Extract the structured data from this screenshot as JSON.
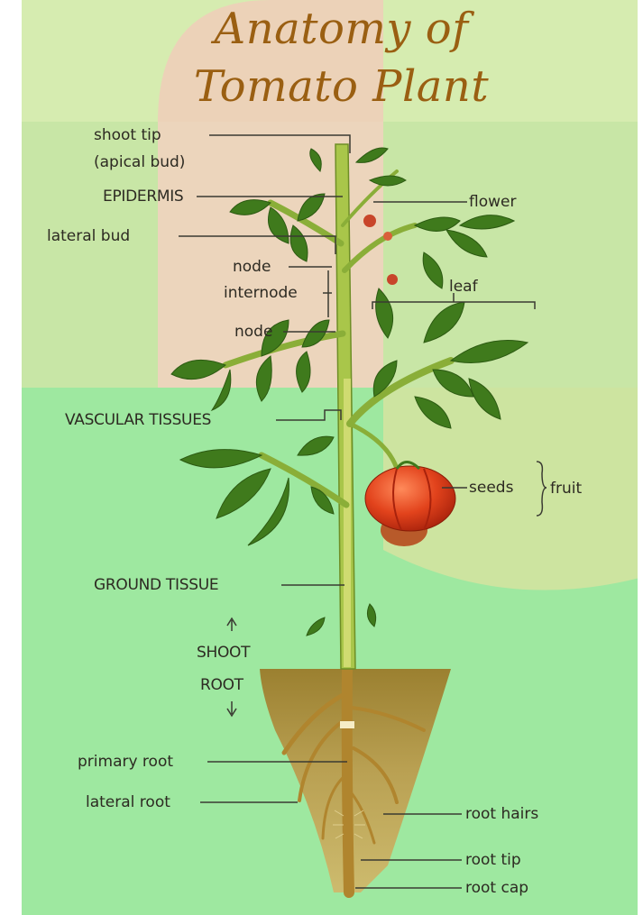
{
  "title": {
    "line1": "Anatomy of",
    "line2": "Tomato Plant"
  },
  "labels": {
    "shoot_tip": "shoot tip",
    "apical_bud": "(apical bud)",
    "epidermis": "EPIDERMIS",
    "lateral_bud": "lateral bud",
    "node_upper": "node",
    "internode": "internode",
    "node_lower": "node",
    "vascular_tissues": "VASCULAR TISSUES",
    "ground_tissue": "GROUND TISSUE",
    "shoot": "SHOOT",
    "root": "ROOT",
    "primary_root": "primary root",
    "lateral_root": "lateral root",
    "flower": "flower",
    "leaf": "leaf",
    "seeds": "seeds",
    "fruit": "fruit",
    "root_hairs": "root hairs",
    "root_tip": "root tip",
    "root_cap": "root cap"
  },
  "colors": {
    "background_green": "#9ee8a0",
    "background_yellow_green": "#cfe6a0",
    "background_pink": "#efd6bc",
    "title_brown": "#9a5f12",
    "leaf_green": "#3f7a1c",
    "stem_green": "#a9c64a",
    "soil_brown": "#b39a48",
    "fruit_red": "#e2431c"
  }
}
